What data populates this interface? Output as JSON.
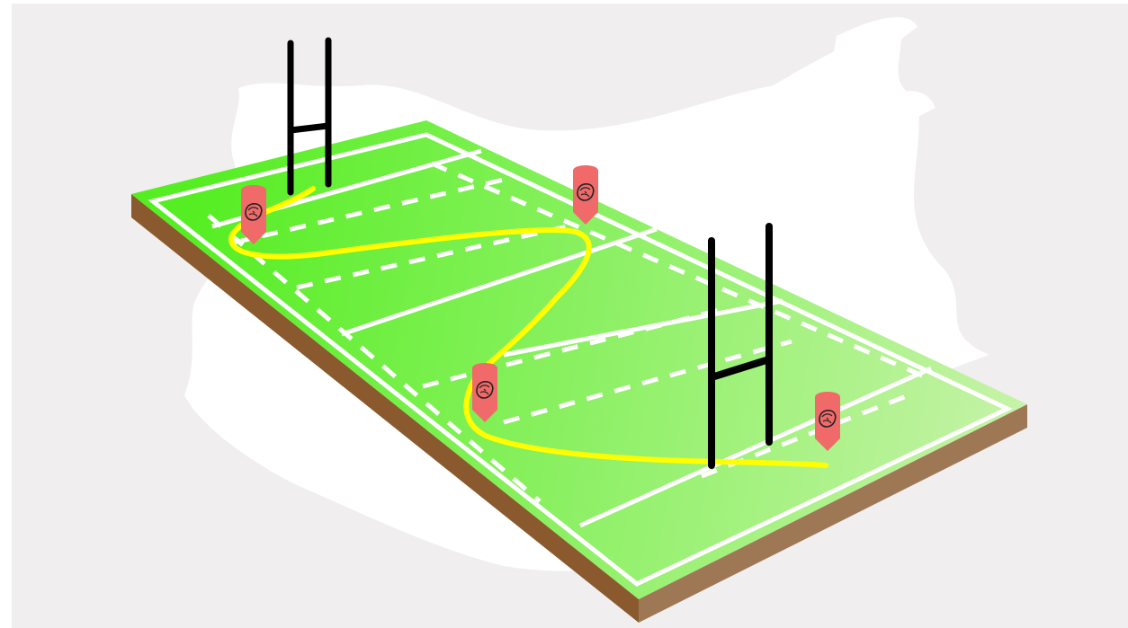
{
  "scene": {
    "subject": "rugby-field",
    "colors": {
      "page_background": "#ffffff",
      "panel_background": "#f0eeef",
      "brush_stroke": "#ffffff",
      "turf_dark": "#55ee22",
      "turf_light": "#c6f3a8",
      "field_lines": "#ffffff",
      "field_edge": "#8a5a2e",
      "route": "#ffff00",
      "goal_posts": "#000000",
      "markers": "#f06a6a",
      "marker_emblem": "#222222"
    },
    "icons": [
      "goal-posts-icon",
      "location-pin-icon",
      "lion-head-icon"
    ],
    "markers_count": 4,
    "goal_posts_count": 2
  }
}
